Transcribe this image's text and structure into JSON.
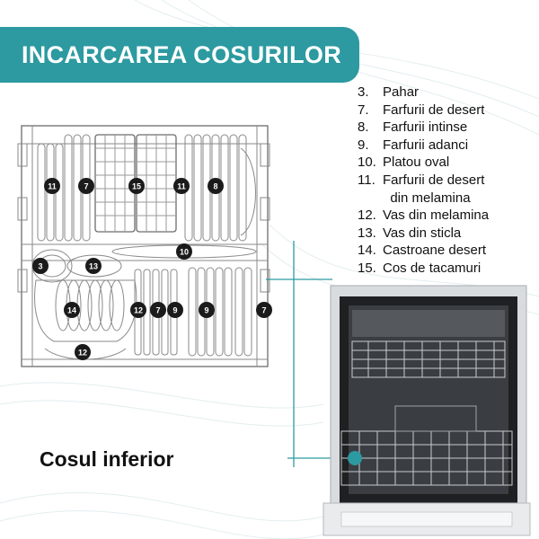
{
  "title": "INCARCAREA COSURILOR",
  "legend": [
    {
      "num": "3.",
      "label": "Pahar"
    },
    {
      "num": "7.",
      "label": "Farfurii de desert"
    },
    {
      "num": "8.",
      "label": "Farfurii intinse"
    },
    {
      "num": "9.",
      "label": "Farfurii adanci"
    },
    {
      "num": "10.",
      "label": "Platou oval"
    },
    {
      "num": "11.",
      "label": "Farfurii de desert\n  din melamina"
    },
    {
      "num": "12.",
      "label": "Vas din melamina"
    },
    {
      "num": "13.",
      "label": "Vas din sticla"
    },
    {
      "num": "14.",
      "label": "Castroane desert"
    },
    {
      "num": "15.",
      "label": "Cos de tacamuri"
    }
  ],
  "caption": "Cosul inferior",
  "diagram_labels": [
    "11",
    "7",
    "15",
    "11",
    "8",
    "10",
    "3",
    "13",
    "14",
    "12",
    "7",
    "9",
    "9",
    "7",
    "12"
  ],
  "colors": {
    "accent": "#2c9aa0",
    "badge": "#1b1b1b",
    "background": "#ffffff"
  }
}
